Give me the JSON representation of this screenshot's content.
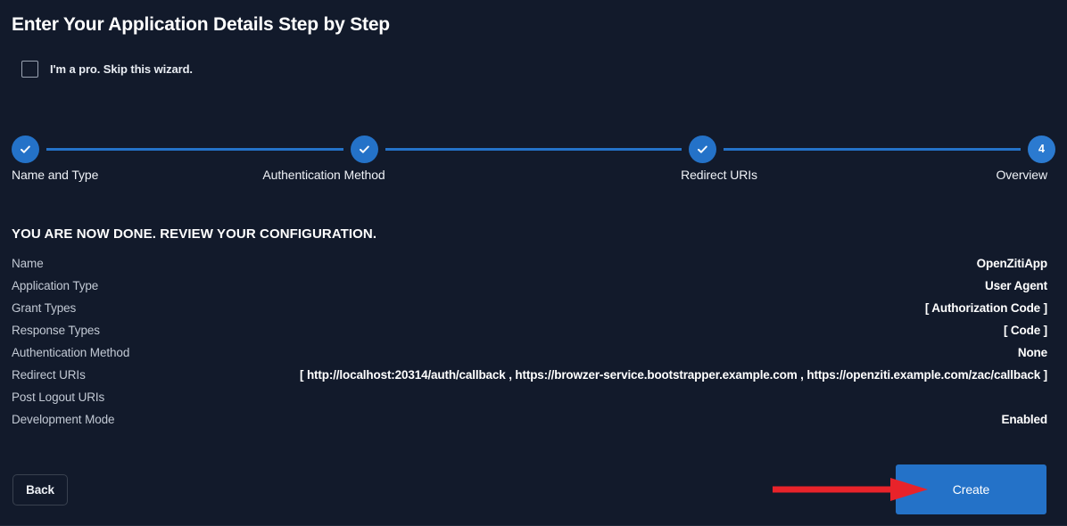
{
  "colors": {
    "background": "#121a2b",
    "accent": "#2472c8",
    "annotation": "#e8232a",
    "label_text": "#c2c9d4",
    "value_text": "#ffffff"
  },
  "header": {
    "title": "Enter Your Application Details Step by Step"
  },
  "skip": {
    "label": "I'm a pro. Skip this wizard.",
    "checked": false
  },
  "stepper": {
    "steps": [
      {
        "label": "Name and Type",
        "number": "1",
        "state": "complete",
        "icon": "check-icon"
      },
      {
        "label": "Authentication Method",
        "number": "2",
        "state": "complete",
        "icon": "check-icon"
      },
      {
        "label": "Redirect URIs",
        "number": "3",
        "state": "complete",
        "icon": "check-icon"
      },
      {
        "label": "Overview",
        "number": "4",
        "state": "current",
        "icon": "step-number"
      }
    ]
  },
  "review": {
    "heading": "YOU ARE NOW DONE. REVIEW YOUR CONFIGURATION.",
    "rows": [
      {
        "label": "Name",
        "value": "OpenZitiApp"
      },
      {
        "label": "Application Type",
        "value": "User Agent"
      },
      {
        "label": "Grant Types",
        "value": "[ Authorization Code ]"
      },
      {
        "label": "Response Types",
        "value": "[ Code ]"
      },
      {
        "label": "Authentication Method",
        "value": "None"
      },
      {
        "label": "Redirect URIs",
        "value": "[ http://localhost:20314/auth/callback , https://browzer-service.bootstrapper.example.com , https://openziti.example.com/zac/callback ]"
      },
      {
        "label": "Post Logout URIs",
        "value": ""
      },
      {
        "label": "Development Mode",
        "value": "Enabled"
      }
    ]
  },
  "footer": {
    "back_label": "Back",
    "create_label": "Create"
  },
  "annotation": {
    "type": "arrow",
    "points_to": "create-button"
  }
}
